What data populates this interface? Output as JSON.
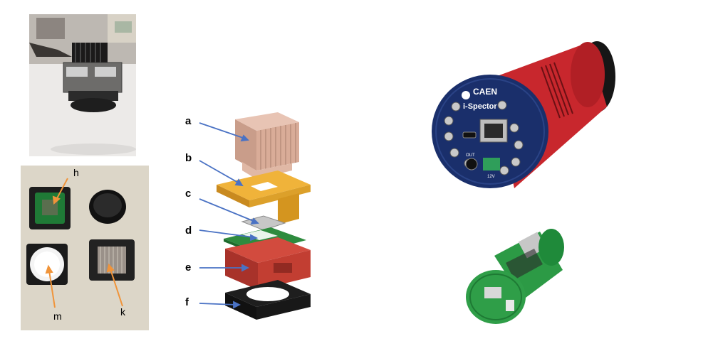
{
  "exploded_labels": [
    "a",
    "b",
    "c",
    "d",
    "e",
    "f"
  ],
  "photo_labels": {
    "h": "h",
    "m": "m",
    "k": "k"
  },
  "camera_text": {
    "brand": "CAEN",
    "model": "i-Spector",
    "out": "OUT",
    "volt": "12V"
  },
  "colors": {
    "exploded_arrow": "#4a72c4",
    "photo_arrow": "#f0943a",
    "camera_body": "#c8272d",
    "camera_face": "#1a2f6b",
    "pcb_green": "#2e8b3e"
  }
}
